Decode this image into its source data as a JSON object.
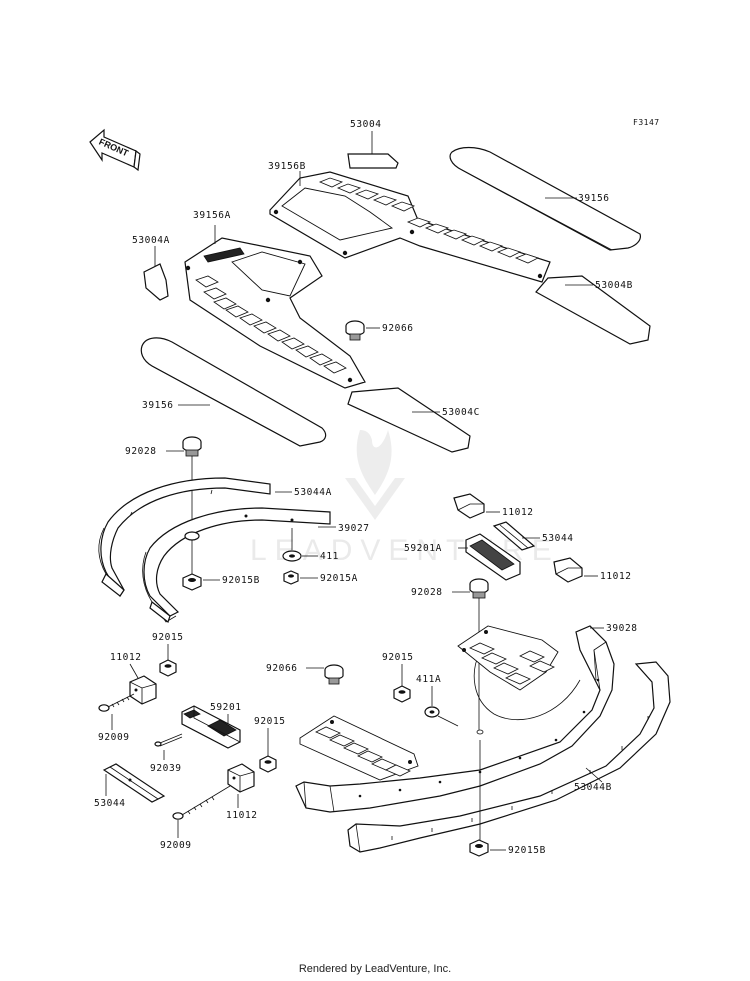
{
  "figure_id": "F3147",
  "front_label": "FRONT",
  "watermark": "LEADVENTURE",
  "footer": "Rendered by LeadVenture, Inc.",
  "callouts": {
    "c53004": "53004",
    "c39156B": "39156B",
    "c39156_top": "39156",
    "c39156A": "39156A",
    "c53004A": "53004A",
    "c53004B": "53004B",
    "c92066_top": "92066",
    "c39156_left": "39156",
    "c53004C": "53004C",
    "c92028_left": "92028",
    "c53044A": "53044A",
    "c39027": "39027",
    "c411": "411",
    "c92015B_left": "92015B",
    "c92015A": "92015A",
    "c11012_top": "11012",
    "c53044_right": "53044",
    "c59201A": "59201A",
    "c11012_right": "11012",
    "c92028_right": "92028",
    "c39028": "39028",
    "c92015_left": "92015",
    "c11012_left": "11012",
    "c92009_top": "92009",
    "c59201": "59201",
    "c92015_mid": "92015",
    "c92039": "92039",
    "c53044_left": "53044",
    "c11012_bottom": "11012",
    "c92009_bottom": "92009",
    "c92066_mid": "92066",
    "c92015_right": "92015",
    "c411A": "411A",
    "c53044B": "53044B",
    "c92015B_right": "92015B"
  }
}
